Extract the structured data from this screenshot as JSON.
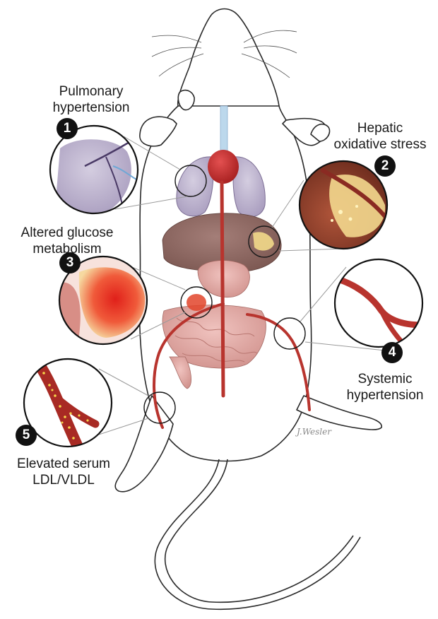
{
  "callouts": [
    {
      "number": "1",
      "label_lines": [
        "Pulmonary",
        "hypertension"
      ]
    },
    {
      "number": "2",
      "label_lines": [
        "Hepatic",
        "oxidative stress"
      ]
    },
    {
      "number": "3",
      "label_lines": [
        "Altered glucose",
        "metabolism"
      ]
    },
    {
      "number": "4",
      "label_lines": [
        "Systemic",
        "hypertension"
      ]
    },
    {
      "number": "5",
      "label_lines": [
        "Elevated serum",
        "LDL/VLDL"
      ]
    }
  ],
  "signature": "J.Wesler",
  "colors": {
    "outline": "#2a2a2a",
    "artery": "#b8342e",
    "heart": "#c92a2a",
    "lung": "#b7adc9",
    "liver": "#8e6862",
    "stomach": "#d99a93",
    "intestine": "#e2aaa6",
    "fat_deposit": "#f2d98a",
    "badge": "#111111"
  }
}
